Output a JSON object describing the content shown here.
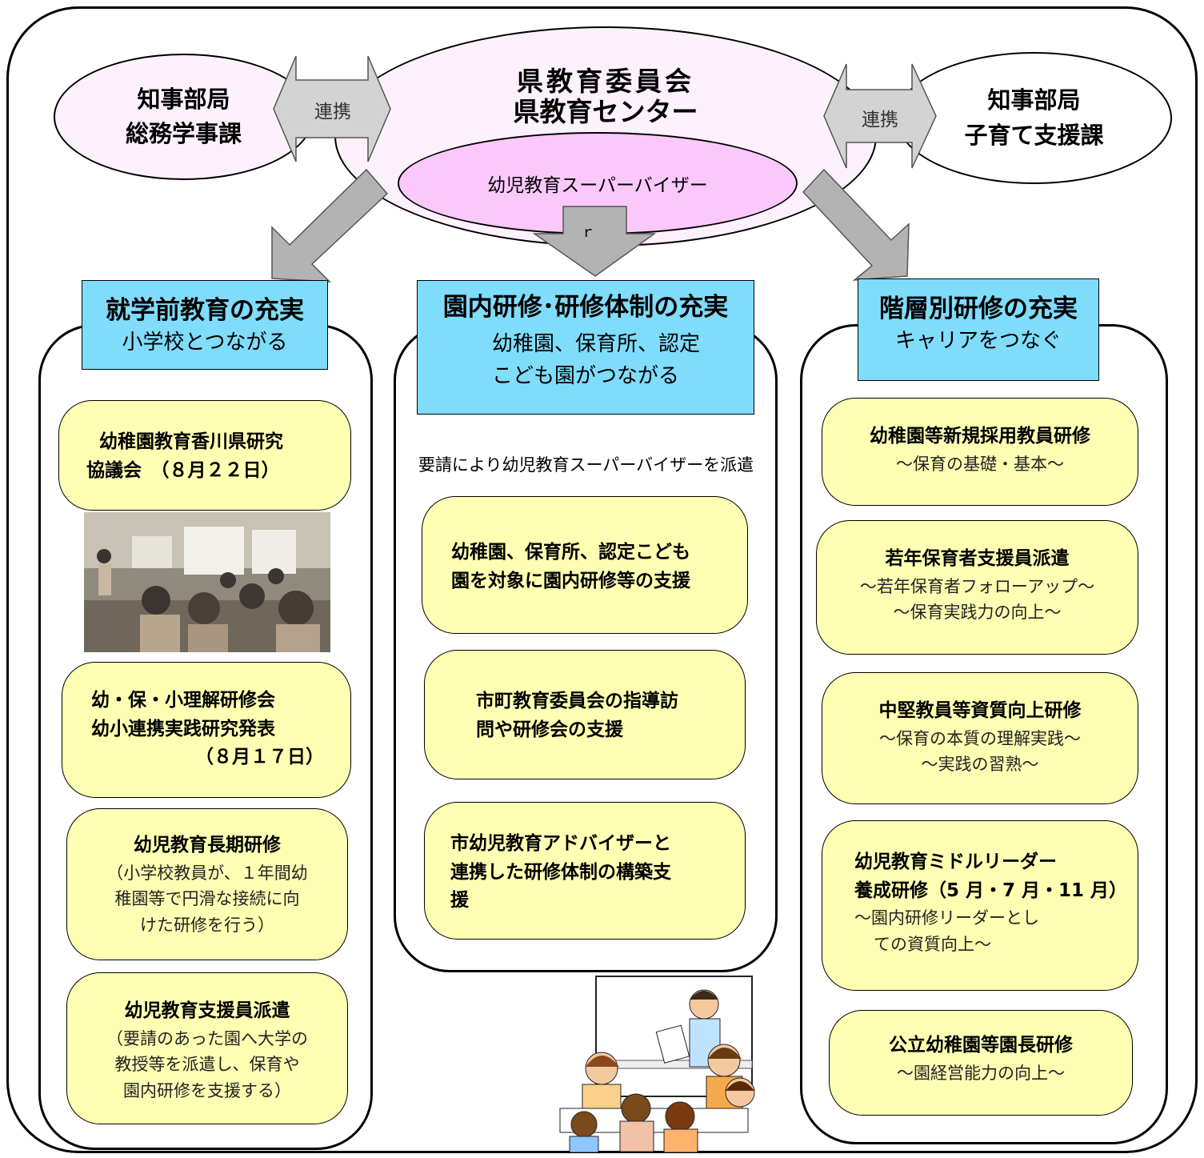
{
  "top": {
    "left_org": {
      "line1": "知事部局",
      "line2": "総務学事課"
    },
    "center_org": {
      "line1": "県教育委員会",
      "line2": "県教育センター"
    },
    "supervisor": "幼児教育スーパーバイザー",
    "right_org": {
      "line1": "知事部局",
      "line2": "子育て支援課"
    },
    "link_left": "連携",
    "link_right": "連携",
    "down_arrow_mark": "ｒ"
  },
  "columns": {
    "left": {
      "title": "就学前教育の充実",
      "subtitle": "小学校とつながる",
      "cards": [
        {
          "line1": "幼稚園教育香川県研究",
          "line2": "協議会　（８月２２日）"
        },
        {
          "line1": "幼・保・小理解研修会",
          "line2": "幼小連携実践研究発表",
          "line3": "（８月１７日）"
        },
        {
          "title": "幼児教育長期研修",
          "sub1": "（小学校教員が、１年間幼",
          "sub2": "稚園等で円滑な接続に向",
          "sub3": "けた研修を行う）"
        },
        {
          "title": "幼児教育支援員派遣",
          "sub1": "（要請のあった園へ大学の",
          "sub2": "教授等を派遣し、保育や",
          "sub3": "園内研修を支援する）"
        }
      ]
    },
    "center": {
      "title": "園内研修･研修体制の充実",
      "subtitle1": "幼稚園、保育所、認定",
      "subtitle2": "こども園がつながる",
      "note": "要請により幼児教育スーパーバイザーを派遣",
      "cards": [
        {
          "line1": "幼稚園、保育所、認定こども",
          "line2": "園を対象に園内研修等の支援"
        },
        {
          "line1": "市町教育委員会の指導訪",
          "line2": "問や研修会の支援"
        },
        {
          "line1": "市幼児教育アドバイザーと",
          "line2": "連携した研修体制の構築支",
          "line3": "援"
        }
      ]
    },
    "right": {
      "title": "階層別研修の充実",
      "subtitle": "キャリアをつなぐ",
      "cards": [
        {
          "title": "幼稚園等新規採用教員研修",
          "sub1": "～保育の基礎・基本～"
        },
        {
          "title": "若年保育者支援員派遣",
          "sub1": "～若年保育者フォローアップ～",
          "sub2": "～保育実践力の向上～"
        },
        {
          "title": "中堅教員等資質向上研修",
          "sub1": "～保育の本質の理解実践～",
          "sub2": "～実践の習熟～"
        },
        {
          "title1": "幼児教育ミドルリーダー",
          "title2": "養成研修（5 月・7 月・11 月）",
          "sub1": "～園内研修リーダーとし",
          "sub2": "ての資質向上～"
        },
        {
          "title": "公立幼稚園等園長研修",
          "sub1": "～園経営能力の向上～"
        }
      ]
    }
  },
  "colors": {
    "header_bg": "#7fdcfb",
    "card_bg": "#ffffb3",
    "ellipse_bg": "#fdf1fd",
    "supervisor_bg": "#fbc8fb",
    "arrow_gray": "#b3b3b3"
  }
}
